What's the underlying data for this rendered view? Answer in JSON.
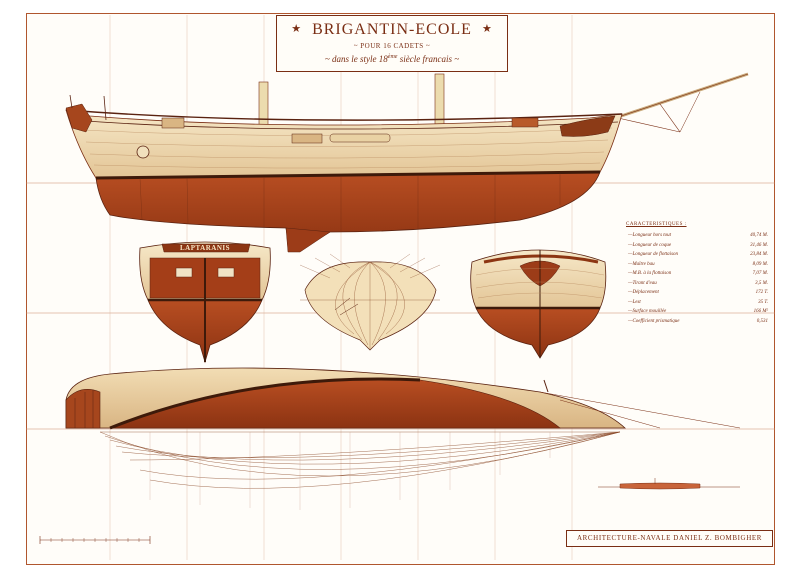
{
  "title": {
    "main": "BRIGANTIN-ECOLE",
    "subtitle": "~ POUR 16 CADETS ~",
    "style_prefix": "~ dans le style 18",
    "style_sup": "ème",
    "style_suffix": " siècle francais ~"
  },
  "ship_name": "LAPTARANIS",
  "specs": {
    "heading": "CARACTERISTIQUES :",
    "rows": [
      {
        "label": "Longueur hors tout",
        "value": "40,74 M."
      },
      {
        "label": "Longueur de coque",
        "value": "31,46 M."
      },
      {
        "label": "Longueur de flottaison",
        "value": "23,84 M."
      },
      {
        "label": "Maître bau",
        "value": "8,09 M."
      },
      {
        "label": "M.B. à la flottaison",
        "value": "7,07 M."
      },
      {
        "label": "Tirant d'eau",
        "value": "3,5 M."
      },
      {
        "label": "Déplacement",
        "value": "172 T."
      },
      {
        "label": "Lest",
        "value": "35 T."
      },
      {
        "label": "Surface mouillée",
        "value": "166 M²"
      },
      {
        "label": "Coefficient prismatique",
        "value": "0,531"
      }
    ]
  },
  "credit": "ARCHITECTURE-NAVALE DANIEL Z. BOMBIGHER",
  "colors": {
    "hull_red": "#a9411c",
    "hull_dark": "#7a2a10",
    "topside_cream": "#efdcb5",
    "line_red": "#b0562e",
    "ink": "#7a2e14"
  }
}
